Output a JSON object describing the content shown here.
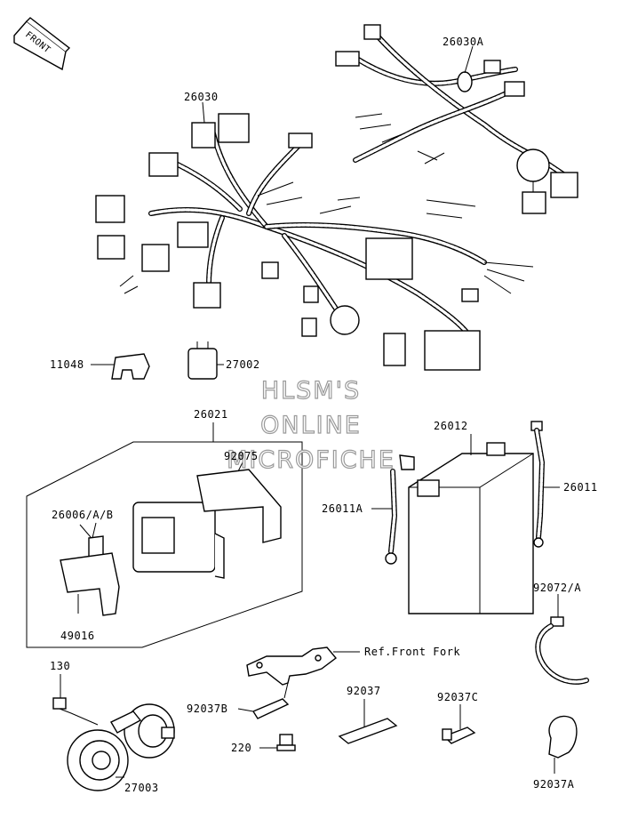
{
  "front_badge": "FRONT",
  "watermark": [
    "HLSM'S",
    "ONLINE",
    "MICROFICHE"
  ],
  "parts": {
    "p26030A": "26030A",
    "p26030": "26030",
    "p11048": "11048",
    "p27002": "27002",
    "p26021": "26021",
    "p92075": "92075",
    "p26006": "26006/A/B",
    "p49016": "49016",
    "p26012": "26012",
    "p26011": "26011",
    "p26011A": "26011A",
    "p92072": "92072/A",
    "pRef": "Ref.Front Fork",
    "p130": "130",
    "p92037B": "92037B",
    "p92037": "92037",
    "p92037C": "92037C",
    "p220": "220",
    "p27003": "27003",
    "p92037A": "92037A"
  }
}
